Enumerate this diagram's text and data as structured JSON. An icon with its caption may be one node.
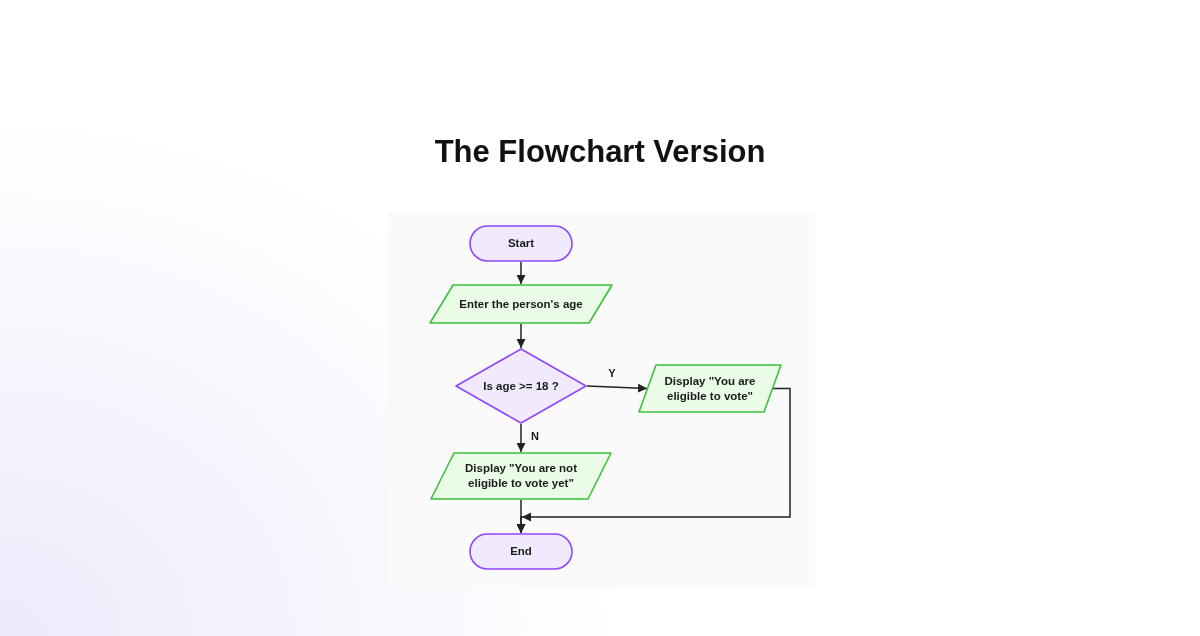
{
  "diagram": {
    "title": "The Flowchart Version",
    "nodes": [
      {
        "text": [
          "Start"
        ]
      },
      {
        "text": [
          "Enter the person's age"
        ]
      },
      {
        "text": [
          "Is age >= 18 ?"
        ]
      },
      {
        "text": [
          "Display \"You are eligible to vote\""
        ]
      },
      {
        "text": [
          "Display \"You are not eligible to vote yet\""
        ]
      },
      {
        "text": [
          "End"
        ]
      }
    ],
    "edges": [
      {
        "from": 0,
        "to": 1,
        "arrow": "to"
      },
      {
        "from": 1,
        "to": 2,
        "arrow": "to"
      },
      {
        "from": 2,
        "to": 3,
        "arrow": "to",
        "label": "Y"
      },
      {
        "from": 2,
        "to": 4,
        "arrow": "to",
        "label": "N"
      },
      {
        "from": 3,
        "to": 5,
        "arrow": "to"
      },
      {
        "from": 4,
        "to": 5,
        "arrow": "to"
      }
    ]
  }
}
